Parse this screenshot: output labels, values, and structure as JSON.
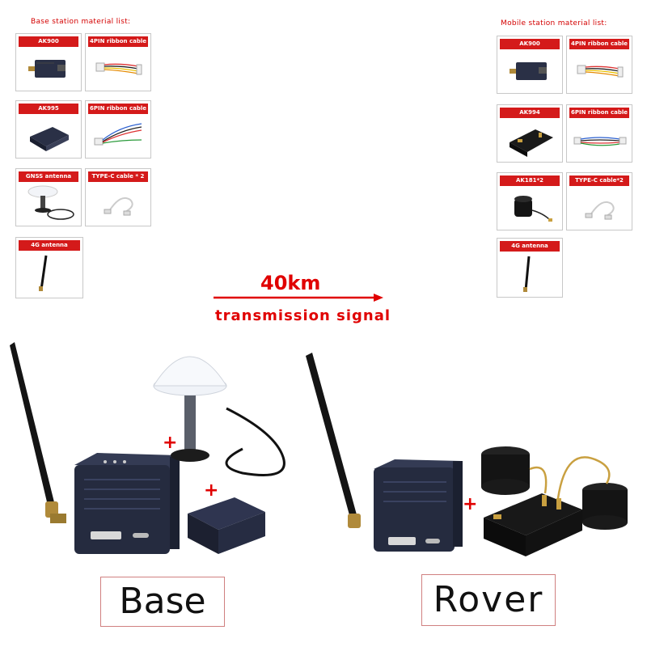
{
  "base_list": {
    "title": "Base station material list:",
    "items": [
      "AK900",
      "4PIN ribbon cable",
      "AK995",
      "6PIN ribbon cable",
      "GNSS antenna",
      "TYPE-C cable * 2",
      "4G antenna"
    ]
  },
  "mobile_list": {
    "title": "Mobile station material list:",
    "items": [
      "AK900",
      "4PIN ribbon cable",
      "AK994",
      "6PIN ribbon cable",
      "AK181*2",
      "TYPE-C cable*2",
      "4G antenna"
    ]
  },
  "transmission": {
    "distance": "40km",
    "label": "transmission signal"
  },
  "captions": {
    "base": "Base",
    "rover": "Rover"
  },
  "plus_sign": "+",
  "colors": {
    "accent_red": "#d41a1a",
    "device_navy": "#252b3f"
  }
}
